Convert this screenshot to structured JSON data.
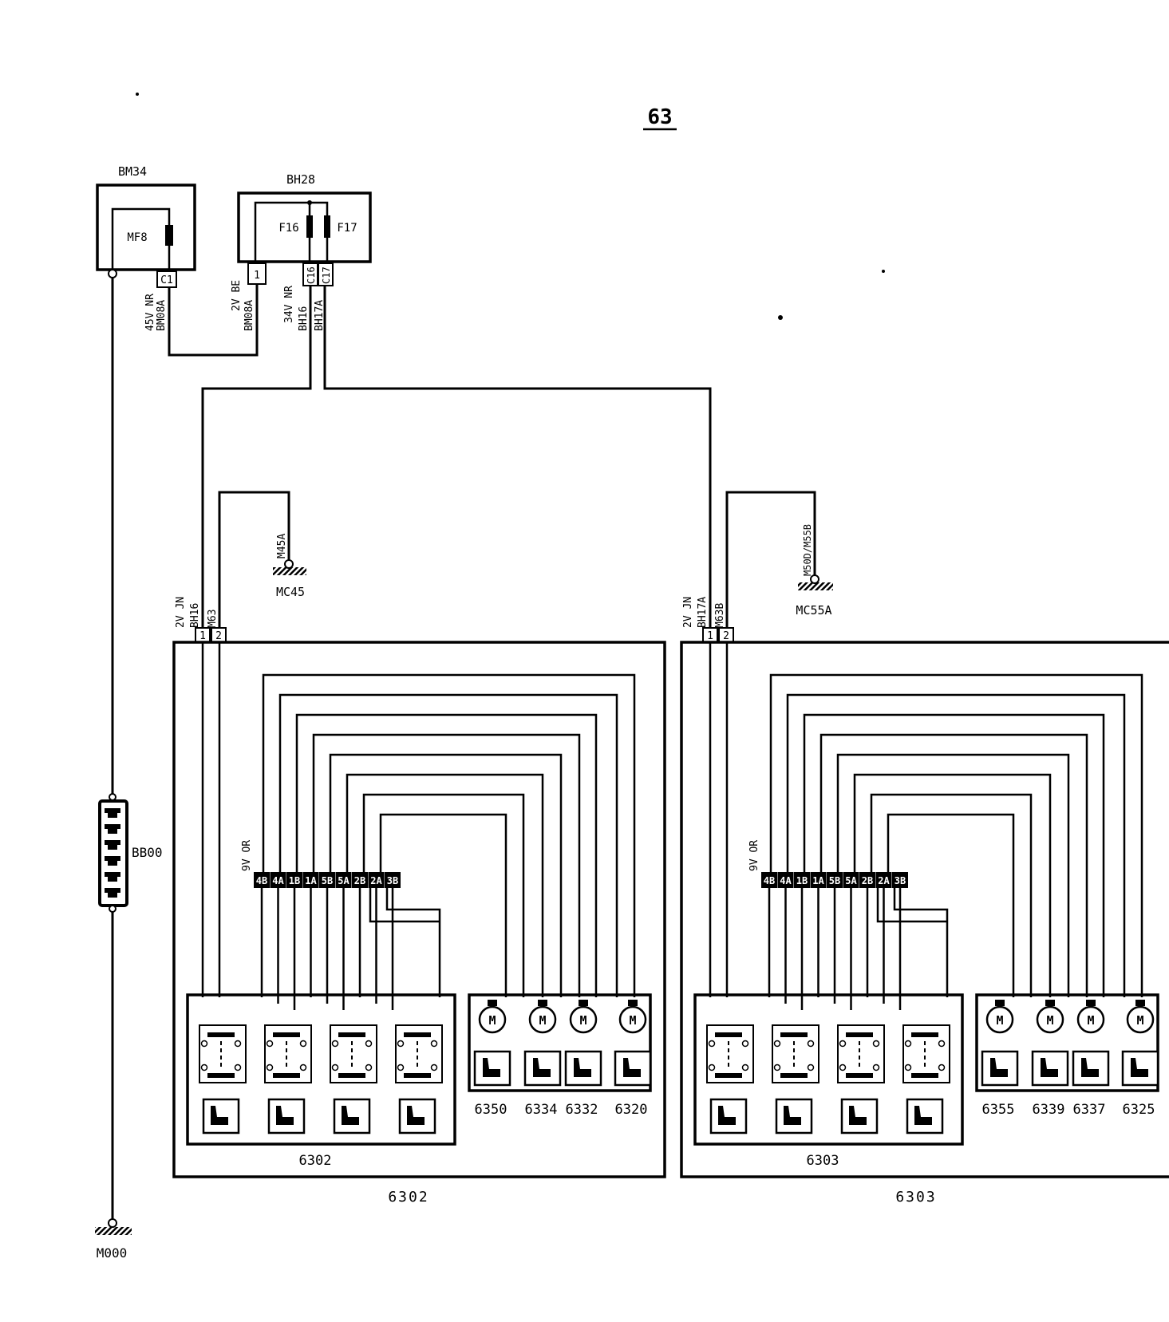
{
  "page_number": "63",
  "colors": {
    "ink": "#000000",
    "paper": "#ffffff"
  },
  "components": {
    "bm34": {
      "label": "BM34",
      "inner": "MF8",
      "pin": "C1",
      "wire_color": "45V NR",
      "wire_id": "BM08A"
    },
    "bh28": {
      "label": "BH28",
      "fuse_a": "F16",
      "fuse_b": "F17",
      "pin1": "1",
      "pin_c16": "C16",
      "pin_c17": "C17",
      "wire1_color": "2V BE",
      "wire1_id": "BM08A",
      "wire2_color": "34V NR",
      "wire2_id": "BH16",
      "wire3_id": "BH17A"
    },
    "ground_mc45": {
      "label": "MC45",
      "wire": "M45A"
    },
    "ground_mc55a": {
      "label": "MC55A",
      "wire": "M50D/M55B"
    },
    "ground_m000": {
      "label": "M000"
    },
    "bb00": {
      "label": "BB00"
    }
  },
  "left_unit": {
    "label": "6302",
    "inner_label": "6302",
    "wire_color": "2V JN",
    "wire_a": "BH16",
    "wire_b": "M63",
    "pins": [
      "1",
      "2"
    ],
    "harness_color": "9V OR",
    "connector": [
      "4B",
      "4A",
      "1B",
      "1A",
      "5B",
      "5A",
      "2B",
      "2A",
      "3B"
    ],
    "motors": [
      "6350",
      "6334",
      "6332",
      "6320"
    ],
    "motor_symbol": "M"
  },
  "right_unit": {
    "label": "6303",
    "inner_label": "6303",
    "wire_color": "2V JN",
    "wire_a": "BH17A",
    "wire_b": "M63B",
    "pins": [
      "1",
      "2"
    ],
    "harness_color": "9V OR",
    "connector": [
      "4B",
      "4A",
      "1B",
      "1A",
      "5B",
      "5A",
      "2B",
      "2A",
      "3B"
    ],
    "motors": [
      "6355",
      "6339",
      "6337",
      "6325"
    ],
    "motor_symbol": "M"
  }
}
